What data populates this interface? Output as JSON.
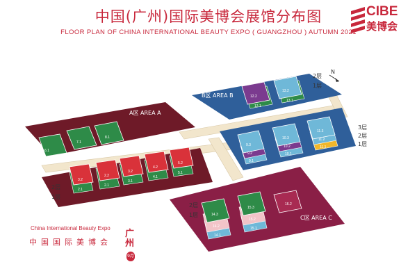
{
  "header": {
    "title_cn": "中国(广州)国际美博会展馆分布图",
    "title_en": "FLOOR PLAN OF CHINA INTERNATIONAL BEAUTY EXPO ( GUANGZHOU ) AUTUMN 2021"
  },
  "logo": {
    "text": "CIBE",
    "cn": "美博会",
    "color": "#c8283c"
  },
  "footer": {
    "expo_en": "China International Beauty Expo",
    "expo_cn": "中国国际美博会",
    "city": "广州",
    "date_badge": "9月"
  },
  "compass": {
    "label": "N"
  },
  "areas": {
    "a": {
      "label": "A区 AREA A",
      "floor_upper": "2层",
      "floor_lower": "1层"
    },
    "b": {
      "label": "B区 AREA B",
      "floor_upper": "2层",
      "floor_lower": "1层",
      "right_3": "3层",
      "right_2": "2层",
      "right_1": "1层"
    },
    "c": {
      "label": "C区 AREA C",
      "floor_upper": "2层",
      "floor_lower": "1层"
    }
  },
  "halls": {
    "a_back": [
      "6.1",
      "7.1",
      "8.1"
    ],
    "a_front_upper": [
      "3.2",
      "2.2",
      "3.2",
      "4.2",
      "5.2"
    ],
    "a_front_lower": [
      "2.1",
      "2.1",
      "3.1",
      "4.1",
      "5.1"
    ],
    "b_top_upper": [
      "12.2",
      "13.2"
    ],
    "b_top_lower": [
      "12.1",
      "13.1"
    ],
    "b_main_3": [
      "9.3",
      "10.3",
      "11.3"
    ],
    "b_main_2": [
      "9.2",
      "10.2",
      "11.2"
    ],
    "b_main_1": [
      "9.1",
      "10.1",
      "11.1"
    ],
    "c_upper": [
      "14.3",
      "15.3",
      "16.2"
    ],
    "c_mid": [
      "14.2",
      "15.2"
    ],
    "c_lower": [
      "14.1",
      "15.1"
    ]
  },
  "colors": {
    "title_red": "#c8283c",
    "area_a_base": "#6e1a28",
    "area_b_base": "#2f5f9a",
    "area_c_base": "#8a1f46",
    "hall_green": "#2e8b48",
    "hall_red": "#d9323a",
    "hall_purple": "#7b3b8f",
    "hall_cyan": "#6fb8d8",
    "hall_yellow": "#f2b72a",
    "hall_pink": "#f2c4c8",
    "walkway": "#f2e6cc"
  }
}
